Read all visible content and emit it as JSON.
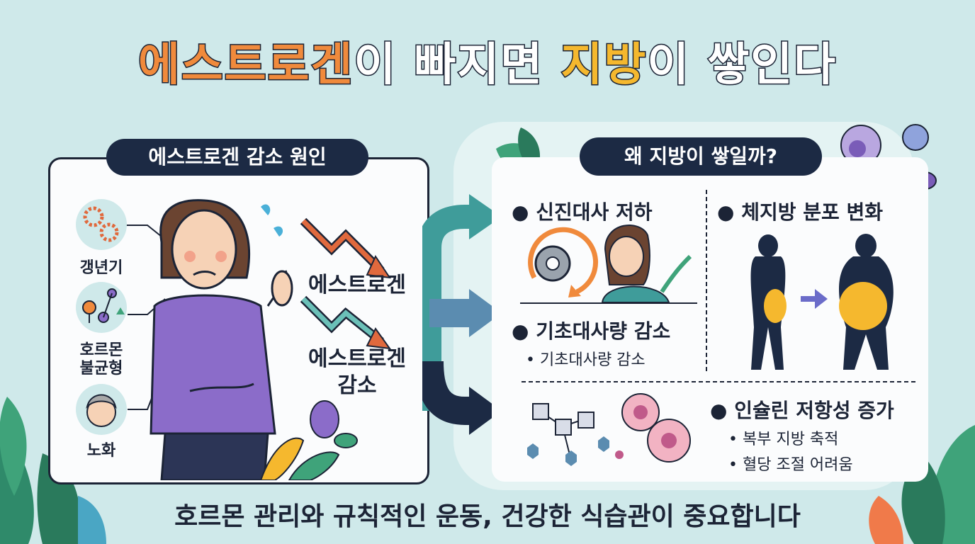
{
  "title": {
    "part1": "에스트로겐",
    "part2": "이 빠지면 ",
    "part3": "지방",
    "part4": "이 쌓인다"
  },
  "left_panel": {
    "heading": "에스트로겐 감소 원인",
    "causes": [
      {
        "label": "갱년기",
        "icon": "gears-icon"
      },
      {
        "label": "호르몬\n불균형",
        "icon": "hormone-symbols-icon"
      },
      {
        "label": "노화",
        "icon": "elderly-face-icon"
      }
    ],
    "estrogen_label": "에스트로겐",
    "estrogen_decrease_label": "에스트로겐\n감소"
  },
  "right_panel": {
    "heading": "왜 지방이 쌓일까?",
    "metabolism": {
      "title": "신진대사 저하",
      "bmr_title": "기초대사량 감소",
      "bmr_sub": "기초대사량 감소"
    },
    "fat_distribution": {
      "title": "체지방 분포 변화"
    },
    "insulin": {
      "title": "인슐린 저항성 증가",
      "items": [
        "복부 지방 축적",
        "혈당 조절 어려움"
      ]
    }
  },
  "bottom_message": "호르몬 관리와 규칙적인 운동, 건강한 식습관이 중요합니다",
  "colors": {
    "background": "#cfe9ea",
    "navy": "#1c2a44",
    "orange": "#f08a3c",
    "yellow": "#f5b82e",
    "purple": "#8b6cc9",
    "teal": "#3f9c9a"
  }
}
